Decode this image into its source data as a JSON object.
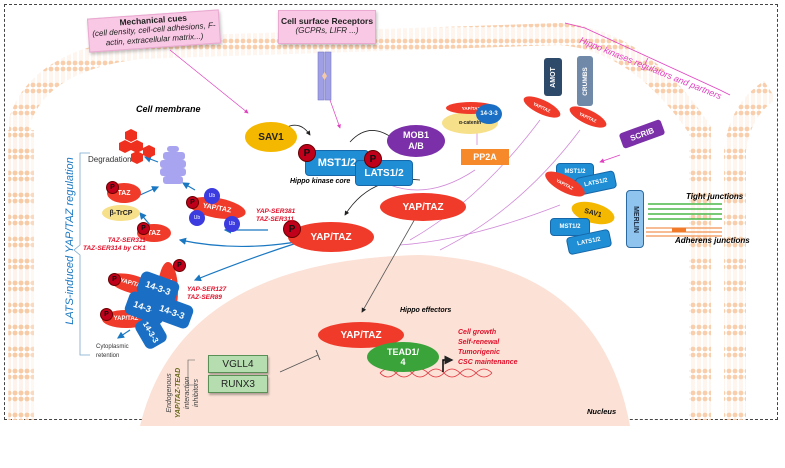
{
  "cues": {
    "mechanical_title": "Mechanical cues",
    "mechanical_sub": "(cell density, cell-cell adhesions, F-actin, extracellular matrix...)",
    "receptors_title": "Cell surface Receptors",
    "receptors_sub": "(GCPRs, LIFR ...)"
  },
  "labels": {
    "cell_membrane": "Cell membrane",
    "hippo_core": "Hippo kinase core",
    "hippo_effectors": "Hippo effectors",
    "nucleus": "Nucleus",
    "regulators": "Hippo kinases regulators and partners",
    "tight_junctions": "Tight junctions",
    "adherens_junctions": "Adherens junctions",
    "lats_regulation": "LATS-induced YAP/TAZ regulation",
    "degradation": "Degradation",
    "cytoplasmic_retention": "Cytoplasmic retention",
    "inhibitors_l1": "Endogenous",
    "inhibitors_l2": "YAP/TAZ-TEAD",
    "inhibitors_l3": "interaction",
    "inhibitors_l4": "inhibitors"
  },
  "proteins": {
    "sav1": "SAV1",
    "mst": "MST1/2",
    "lats": "LATS1/2",
    "mob1_l1": "MOB1",
    "mob1_l2": "A/B",
    "yaptaz": "YAP/TAZ",
    "taz": "TAZ",
    "btrcp": "β-TrCP",
    "ub": "Ub",
    "p": "P",
    "pp2a": "PP2A",
    "alpha_catenin": "α-catenin",
    "p1433": "14-3-3",
    "amot": "AMOT",
    "crumbs": "CRUMBS",
    "scrib": "SCRIB",
    "merlin": "MERLIN",
    "tead_l1": "TEAD1/",
    "tead_l2": "4",
    "vgll4": "VGLL4",
    "runx3": "RUNX3"
  },
  "sites": {
    "yap381_l1": "YAP-SER381",
    "yap381_l2": "TAZ-SER311",
    "taz311_l1": "TAZ-SER311",
    "taz311_l2": "TAZ-SER314 by CK1",
    "yap127_l1": "YAP-SER127",
    "yap127_l2": "TAZ-SER89"
  },
  "outcomes": [
    "Cell growth",
    "Self-renewal",
    "Tumorigenic",
    "CSC maintenance"
  ],
  "colors": {
    "membrane": "#f7c9a3",
    "nucleus": "#fbe1d6",
    "yaptaz": "#f03a2a",
    "kinase_blue": "#1f8ed4",
    "purple": "#7b2fa8",
    "sav1": "#f5b800",
    "pink_accent": "#e040c0",
    "blue_text": "#1a78c2"
  }
}
